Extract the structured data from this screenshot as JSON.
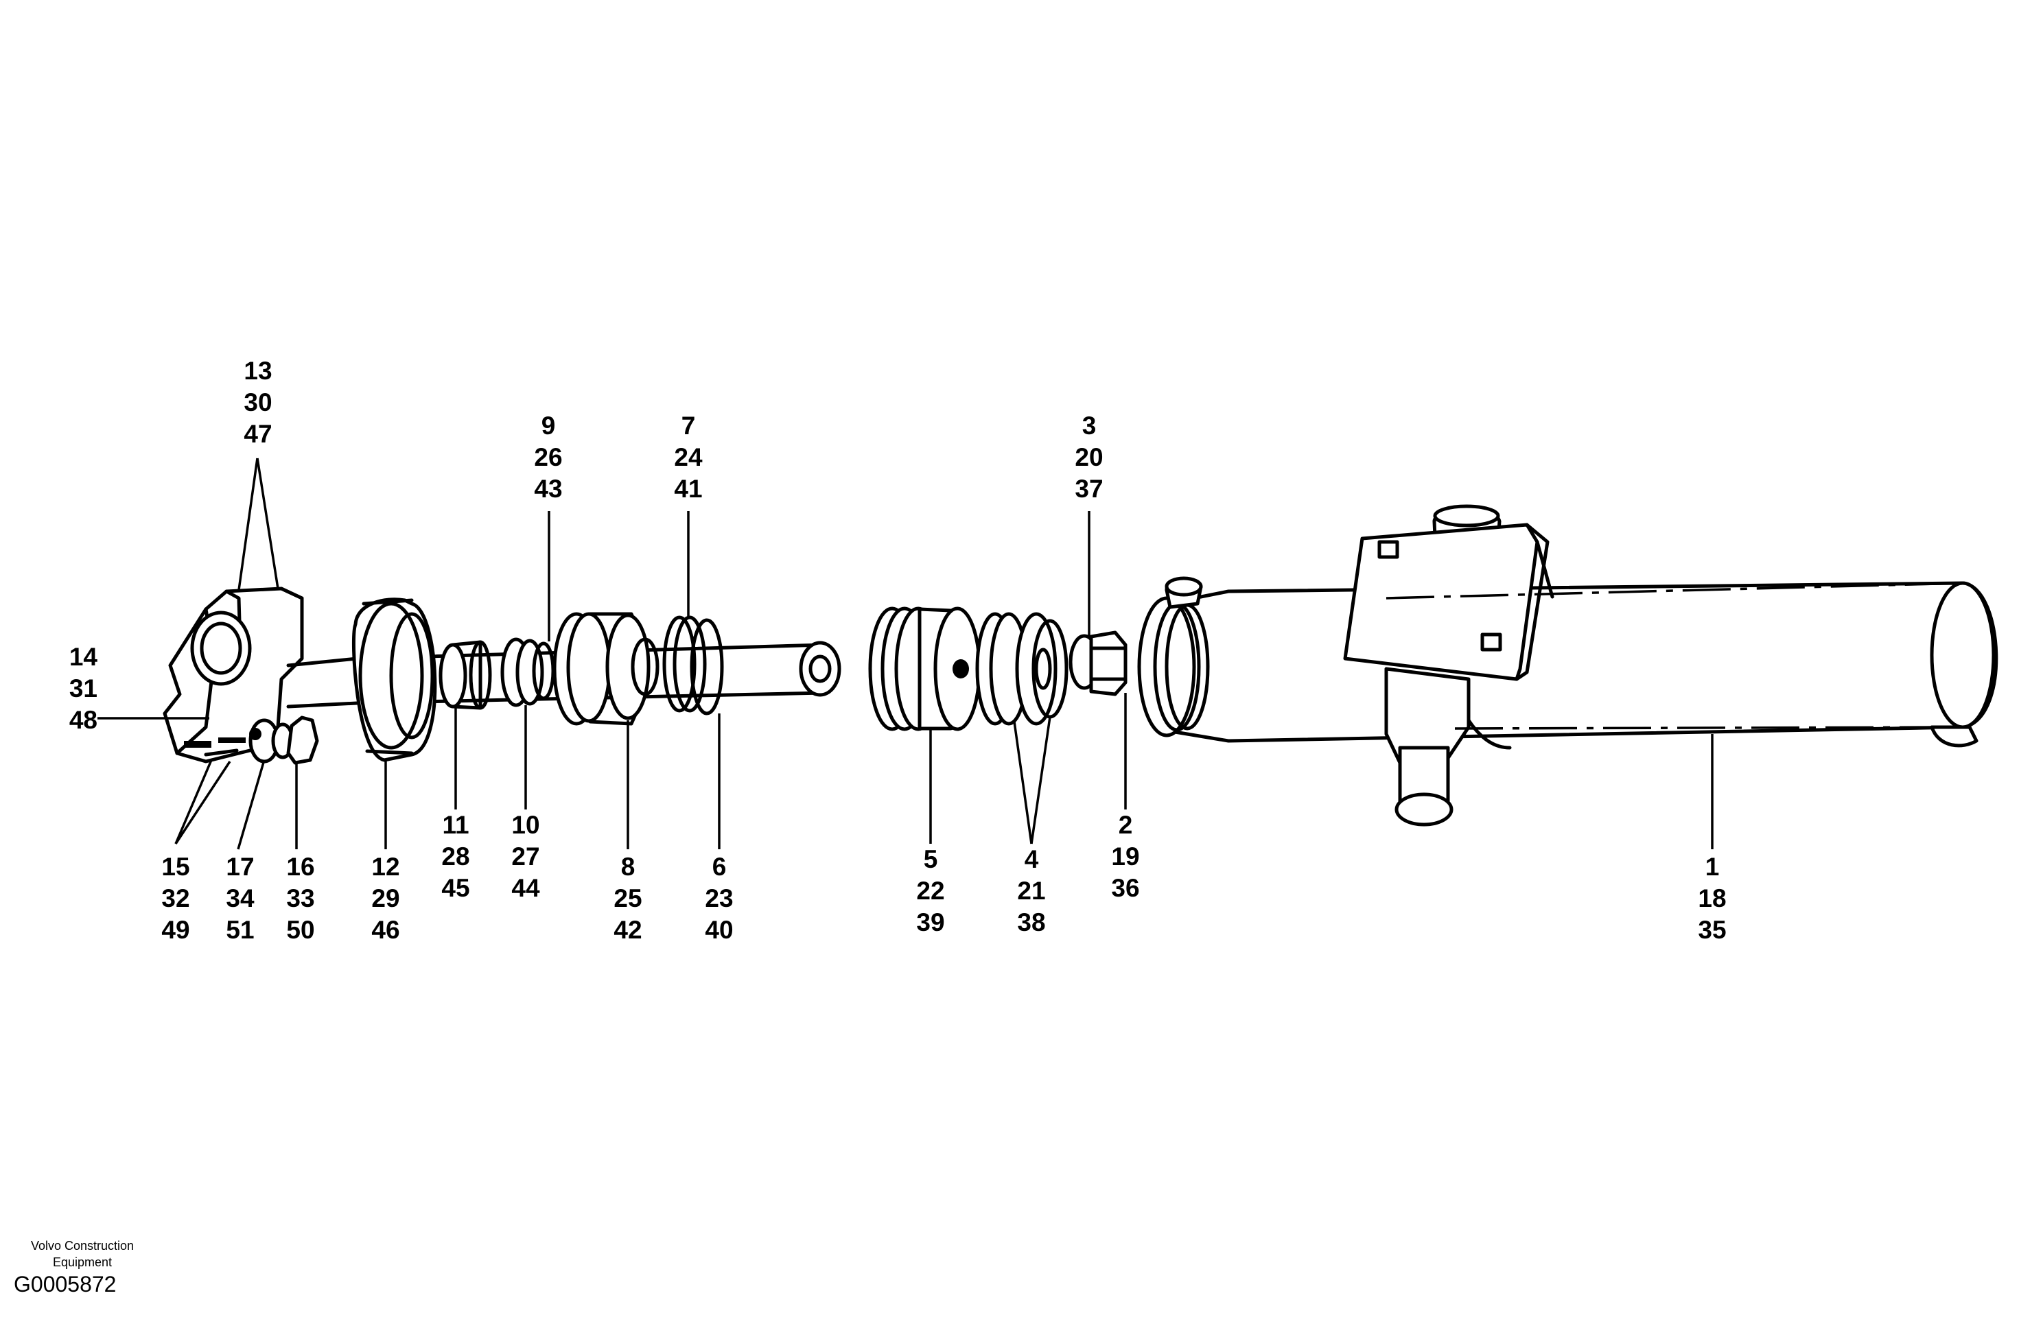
{
  "callouts": [
    {
      "id": "13",
      "lines": [
        "13",
        "30",
        "47"
      ]
    },
    {
      "id": "14",
      "lines": [
        "14",
        "31",
        "48"
      ]
    },
    {
      "id": "9",
      "lines": [
        "9",
        "26",
        "43"
      ]
    },
    {
      "id": "7",
      "lines": [
        "7",
        "24",
        "41"
      ]
    },
    {
      "id": "3",
      "lines": [
        "3",
        "20",
        "37"
      ]
    },
    {
      "id": "15",
      "lines": [
        "15",
        "32",
        "49"
      ]
    },
    {
      "id": "17",
      "lines": [
        "17",
        "34",
        "51"
      ]
    },
    {
      "id": "16",
      "lines": [
        "16",
        "33",
        "50"
      ]
    },
    {
      "id": "12",
      "lines": [
        "12",
        "29",
        "46"
      ]
    },
    {
      "id": "11",
      "lines": [
        "11",
        "28",
        "45"
      ]
    },
    {
      "id": "10",
      "lines": [
        "10",
        "27",
        "44"
      ]
    },
    {
      "id": "8",
      "lines": [
        "8",
        "25",
        "42"
      ]
    },
    {
      "id": "6",
      "lines": [
        "6",
        "23",
        "40"
      ]
    },
    {
      "id": "5",
      "lines": [
        "5",
        "22",
        "39"
      ]
    },
    {
      "id": "4",
      "lines": [
        "4",
        "21",
        "38"
      ]
    },
    {
      "id": "2",
      "lines": [
        "2",
        "19",
        "36"
      ]
    },
    {
      "id": "1",
      "lines": [
        "1",
        "18",
        "35"
      ]
    }
  ],
  "footer": {
    "company_line1": "Volvo Construction",
    "company_line2": "Equipment",
    "drawing_code": "G0005872"
  }
}
